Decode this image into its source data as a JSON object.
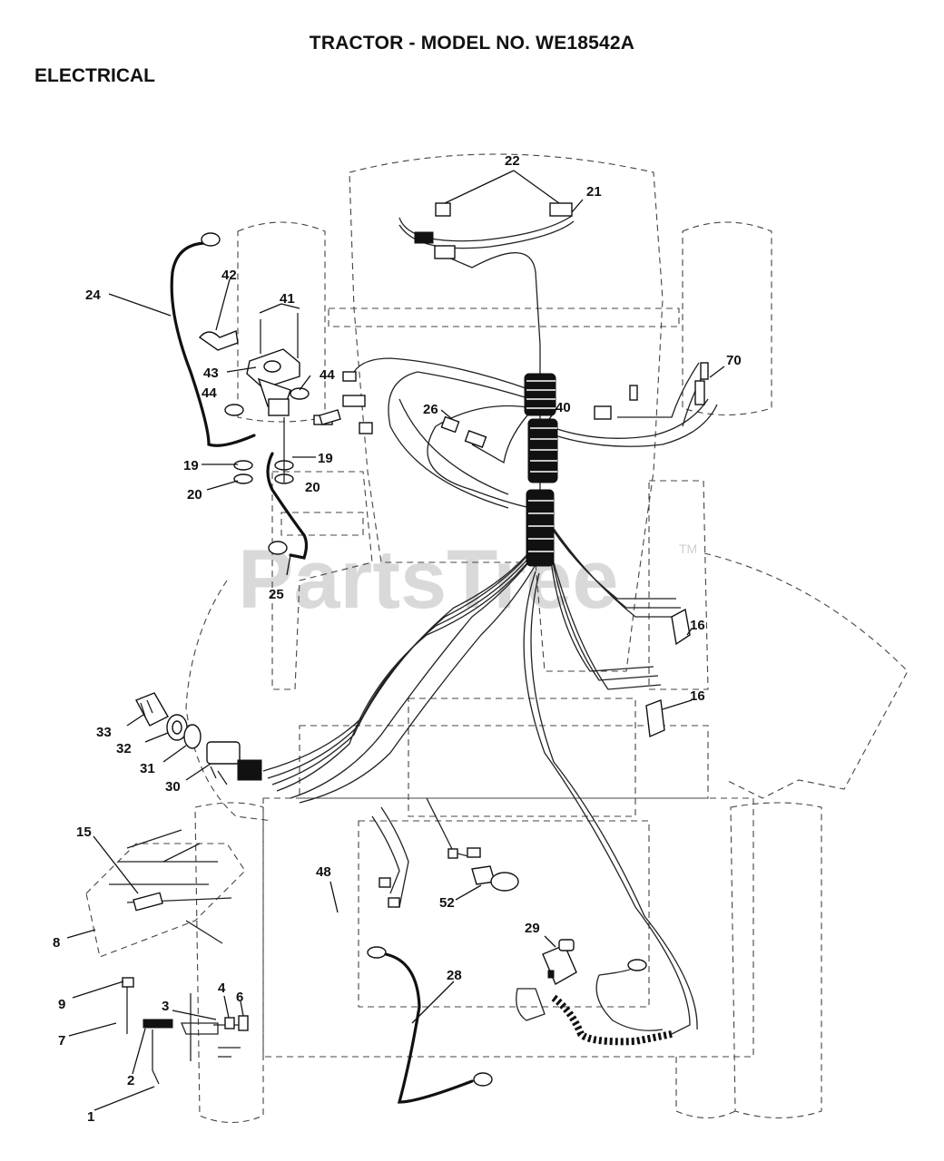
{
  "header": {
    "title": "TRACTOR - MODEL NO. WE18542A",
    "section": "ELECTRICAL"
  },
  "watermark": {
    "text": "PartsTree",
    "tm": "TM"
  },
  "callouts": [
    {
      "id": "c1",
      "label": "1"
    },
    {
      "id": "c2",
      "label": "2"
    },
    {
      "id": "c3",
      "label": "3"
    },
    {
      "id": "c4",
      "label": "4"
    },
    {
      "id": "c6",
      "label": "6"
    },
    {
      "id": "c7",
      "label": "7"
    },
    {
      "id": "c8",
      "label": "8"
    },
    {
      "id": "c9",
      "label": "9"
    },
    {
      "id": "c15",
      "label": "15"
    },
    {
      "id": "c16a",
      "label": "16"
    },
    {
      "id": "c16b",
      "label": "16"
    },
    {
      "id": "c19a",
      "label": "19"
    },
    {
      "id": "c19b",
      "label": "19"
    },
    {
      "id": "c20a",
      "label": "20"
    },
    {
      "id": "c20b",
      "label": "20"
    },
    {
      "id": "c21",
      "label": "21"
    },
    {
      "id": "c22",
      "label": "22"
    },
    {
      "id": "c24",
      "label": "24"
    },
    {
      "id": "c25",
      "label": "25"
    },
    {
      "id": "c26",
      "label": "26"
    },
    {
      "id": "c28",
      "label": "28"
    },
    {
      "id": "c29",
      "label": "29"
    },
    {
      "id": "c30",
      "label": "30"
    },
    {
      "id": "c31",
      "label": "31"
    },
    {
      "id": "c32",
      "label": "32"
    },
    {
      "id": "c33",
      "label": "33"
    },
    {
      "id": "c40",
      "label": "40"
    },
    {
      "id": "c41",
      "label": "41"
    },
    {
      "id": "c42",
      "label": "42"
    },
    {
      "id": "c43",
      "label": "43"
    },
    {
      "id": "c44a",
      "label": "44"
    },
    {
      "id": "c44b",
      "label": "44"
    },
    {
      "id": "c48",
      "label": "48"
    },
    {
      "id": "c52",
      "label": "52"
    },
    {
      "id": "c70",
      "label": "70"
    }
  ]
}
